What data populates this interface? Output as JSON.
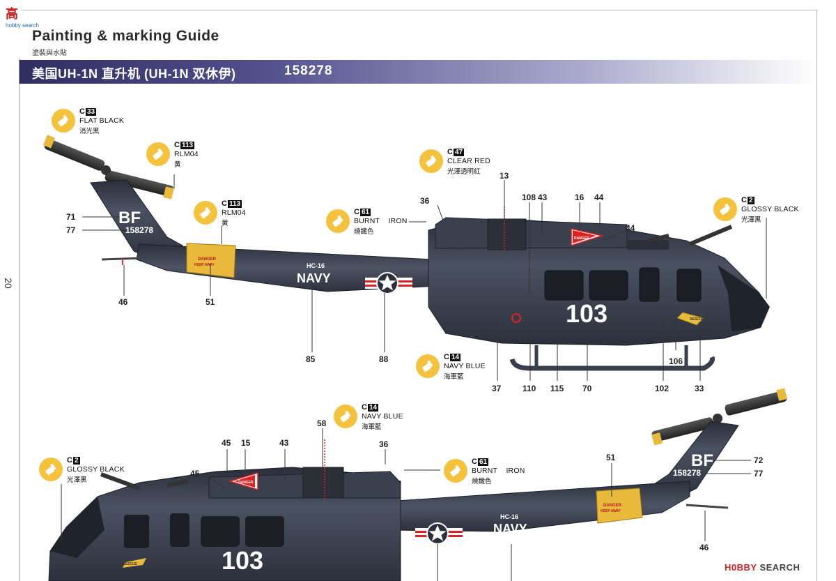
{
  "site_logo": {
    "mark": "高",
    "sub": "hobby search"
  },
  "page_number": "20",
  "header": {
    "title": "Painting & marking Guide",
    "subtitle": "塗裝與水貼",
    "banner_title": "美国UH-1N 直升机 (UH-1N 双休伊)",
    "serial": "158278"
  },
  "paints": {
    "c33": {
      "prefix": "C",
      "num": "33",
      "name": "FLAT BLACK",
      "cn": "消光黑"
    },
    "c113a": {
      "prefix": "C",
      "num": "113",
      "name": "RLM04",
      "cn": "黄"
    },
    "c113b": {
      "prefix": "C",
      "num": "113",
      "name": "RLM04",
      "cn": "黄"
    },
    "c47": {
      "prefix": "C",
      "num": "47",
      "name": "CLEAR RED",
      "cn": "光澤透明紅"
    },
    "c61a": {
      "prefix": "C",
      "num": "61",
      "name": "BURNT    IRON",
      "cn": "燒鐵色"
    },
    "c2a": {
      "prefix": "C",
      "num": "2",
      "name": "GLOSSY BLACK",
      "cn": "光澤黑"
    },
    "c14a": {
      "prefix": "C",
      "num": "14",
      "name": "NAVY BLUE",
      "cn": "海軍藍"
    },
    "c14b": {
      "prefix": "C",
      "num": "14",
      "name": "NAVY BLUE",
      "cn": "海軍藍"
    },
    "c2b": {
      "prefix": "C",
      "num": "2",
      "name": "GLOSSY BLACK",
      "cn": "光澤黑"
    },
    "c61b": {
      "prefix": "C",
      "num": "61",
      "name": "BURNT    IRON",
      "cn": "燒鐵色"
    }
  },
  "markings": {
    "tail_code": "BF",
    "tail_number": "158278",
    "squadron": "HC-16",
    "navy": "NAVY",
    "modex": "103",
    "danger": "DANGER",
    "keep_away": "KEEP AWAY",
    "rescue": "RESCUE"
  },
  "callouts_top": [
    "71",
    "77",
    "46",
    "51",
    "85",
    "88",
    "36",
    "13",
    "108",
    "43",
    "16",
    "44",
    "44",
    "37",
    "110",
    "115",
    "70",
    "102",
    "106",
    "33"
  ],
  "callouts_bottom": [
    "45",
    "15",
    "43",
    "45",
    "58",
    "36",
    "51",
    "72",
    "77",
    "46"
  ],
  "watermark": {
    "brand": "H0BBY",
    "rest": "SEARCH"
  },
  "colors": {
    "navy_blue": "#3b4250",
    "yellow": "#e8b93a",
    "paint_dot": "#f4c23d",
    "banner": "#2f2e62"
  }
}
